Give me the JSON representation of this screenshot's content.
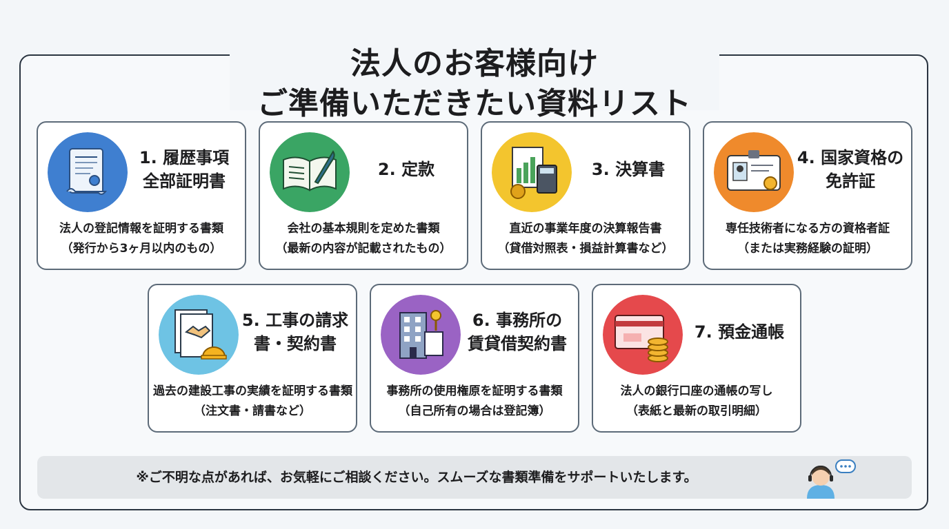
{
  "title": {
    "line1": "法人のお客様向け",
    "line2": "ご準備いただきたい資料リスト"
  },
  "cards": [
    {
      "title": "1. 履歴事項\n全部証明書",
      "desc1": "法人の登記情報を証明する書類",
      "desc2": "（発行から3ヶ月以内のもの）",
      "icon": "certificate-scroll-icon",
      "color": "#3f7fd0"
    },
    {
      "title": "2. 定款",
      "desc1": "会社の基本規則を定めた書類",
      "desc2": "（最新の内容が記載されたもの）",
      "icon": "open-book-quill-icon",
      "color": "#3aa564"
    },
    {
      "title": "3. 決算書",
      "desc1": "直近の事業年度の決算報告書",
      "desc2": "（貸借対照表・損益計算書など）",
      "icon": "financial-report-calculator-icon",
      "color": "#f3c52e"
    },
    {
      "title": "4. 国家資格の\n免許証",
      "desc1": "専任技術者になる方の資格者証",
      "desc2": "（または実務経験の証明）",
      "icon": "license-id-card-icon",
      "color": "#ef8a2c"
    },
    {
      "title": "5. 工事の請求\n書・契約書",
      "desc1": "過去の建設工事の実績を証明する書類",
      "desc2": "（注文書・請書など）",
      "icon": "contract-handshake-icon",
      "color": "#6ec3e4"
    },
    {
      "title": "6. 事務所の\n賃貸借契約書",
      "desc1": "事務所の使用権原を証明する書類",
      "desc2": "（自己所有の場合は登記簿）",
      "icon": "office-building-key-icon",
      "color": "#9a63c4"
    },
    {
      "title": "7. 預金通帳",
      "desc1": "法人の銀行口座の通帳の写し",
      "desc2": "（表紙と最新の取引明細）",
      "icon": "bankbook-coins-icon",
      "color": "#e5494c"
    }
  ],
  "footer": {
    "text": "※ご不明な点があれば、お気軽にご相談ください。スムーズな書類準備をサポートいたします。",
    "icon": "support-operator-icon"
  }
}
